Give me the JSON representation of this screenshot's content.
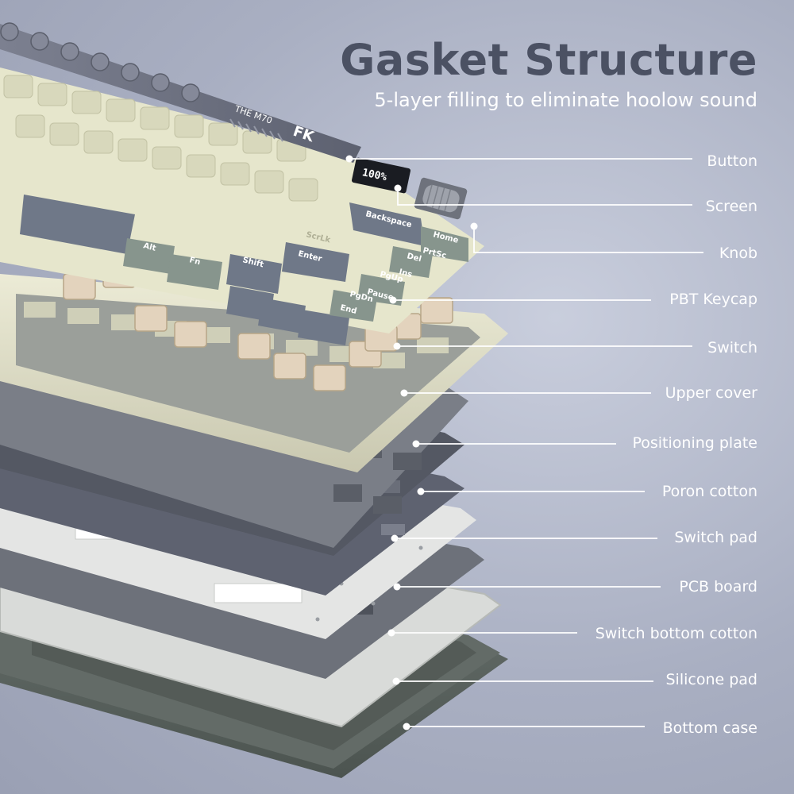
{
  "header": {
    "title": "Gasket Structure",
    "subtitle": "5-layer filling to eliminate hoolow sound"
  },
  "callouts": [
    "Button",
    "Screen",
    "Knob",
    "PBT Keycap",
    "Switch",
    "Upper cover",
    "Positioning plate",
    "Poron cotton",
    "Switch pad",
    "PCB board",
    "Switch bottom cotton",
    "Silicone pad",
    "Bottom case"
  ],
  "product": {
    "model_text": "THE M70",
    "brand_mark": "FK",
    "screen_digits": "100%"
  },
  "keys": {
    "backspace": "Backspace",
    "home": "Home",
    "prtsc": "PrtSc",
    "del": "Del",
    "ins": "Ins",
    "pgup": "PgUp",
    "pgdn": "PgDn",
    "pause": "Pause",
    "end": "End",
    "scrlk": "ScrLk",
    "enter": "Enter",
    "shift": "Shift",
    "fn": "Fn",
    "alt": "Alt"
  },
  "colors": {
    "keycap_cream": "#e6e6cc",
    "keycap_grey": "#6f7888",
    "keycap_sage": "#87958d",
    "switch_beige": "#e3d3bd",
    "frame_cream": "#dcdcc2",
    "plate_grey": "#6c7079",
    "pad_dark": "#5e6270",
    "pcb_white": "#e4e5e4",
    "case_green_grey": "#5f6762"
  }
}
